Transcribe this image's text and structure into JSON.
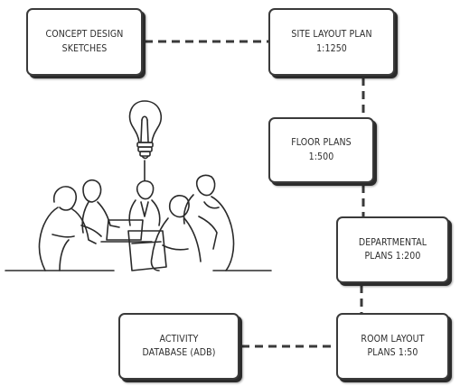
{
  "diagram": {
    "boxes": {
      "concept_design": "CONCEPT DESIGN\nSKETCHES",
      "site_layout": "SITE LAYOUT PLAN\n1:1250",
      "floor_plans": "FLOOR PLANS\n1:500",
      "departmental_plans": "DEPARTMENTAL\nPLANS 1:200",
      "room_layout": "ROOM LAYOUT\nPLANS 1:50",
      "activity_database": "ACTIVITY\nDATABASE (ADB)"
    },
    "illustration": {
      "icon": "lightbulb-icon",
      "scene": "team-meeting-line-drawing"
    },
    "colors": {
      "box_border": "#3a3a3a",
      "connector": "#3a3a3a",
      "text": "#2d2d2d"
    }
  }
}
